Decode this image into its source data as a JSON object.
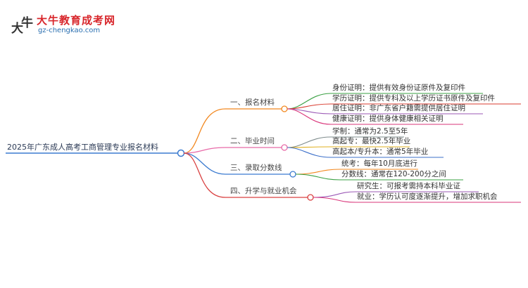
{
  "logo": {
    "mark_1": "大",
    "mark_2": "牛",
    "title": "大牛教育成考网",
    "url": "gz-chengkao.com"
  },
  "root": {
    "label": "2025年广东成人高考工商管理专业报名材料"
  },
  "branches": [
    {
      "label": "一、报名材料",
      "color": "#f2881f",
      "children": [
        {
          "label": "身份证明：提供有效身份证原件及复印件",
          "color": "#3aa043"
        },
        {
          "label": "学历证明：提供专科及以上学历证书原件及复印件",
          "color": "#d93b2f"
        },
        {
          "label": "居住证明：非广东省户籍需提供居住证明",
          "color": "#9b59b6"
        },
        {
          "label": "健康证明：提供身体健康相关证明",
          "color": "#d9357a"
        }
      ]
    },
    {
      "label": "二、毕业时间",
      "color": "#e86aa8",
      "children": [
        {
          "label": "学制：通常为2.5至5年",
          "color": "#7f8c8d"
        },
        {
          "label": "高起专：最快2.5年毕业",
          "color": "#e0b020"
        },
        {
          "label": "高起本/专升本：通常5年毕业",
          "color": "#3b6fc9"
        }
      ]
    },
    {
      "label": "三、录取分数线",
      "color": "#3b7bd0",
      "children": [
        {
          "label": "统考：每年10月底进行",
          "color": "#f2881f"
        },
        {
          "label": "分数线：通常在120-200分之间",
          "color": "#3aa043"
        }
      ]
    },
    {
      "label": "四、升学与就业机会",
      "color": "#d94040",
      "children": [
        {
          "label": "研究生：可报考需持本科毕业证",
          "color": "#9b59b6"
        },
        {
          "label": "就业：学历认可度逐渐提升，增加求职机会",
          "color": "#d9357a"
        }
      ]
    }
  ]
}
